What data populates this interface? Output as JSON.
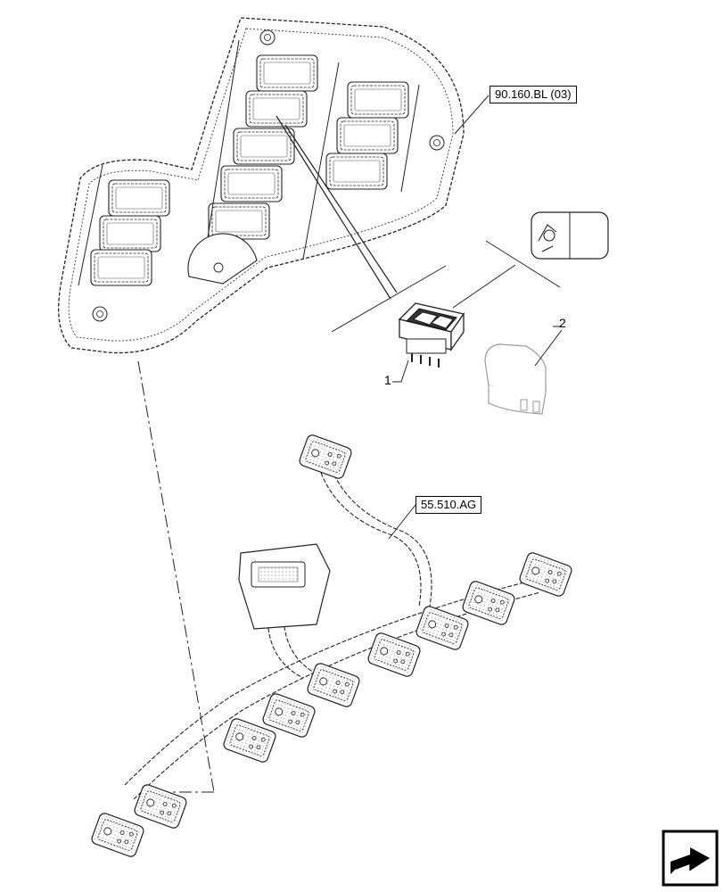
{
  "references": {
    "top_ref": "90.160.BL (03)",
    "harness_ref": "55.510.AG"
  },
  "callouts": {
    "item_1": "1",
    "item_2": "2"
  },
  "icons": {
    "switch_symbol": "seat-lever-symbol-icon",
    "navigation": "next-page-arrow-icon"
  }
}
